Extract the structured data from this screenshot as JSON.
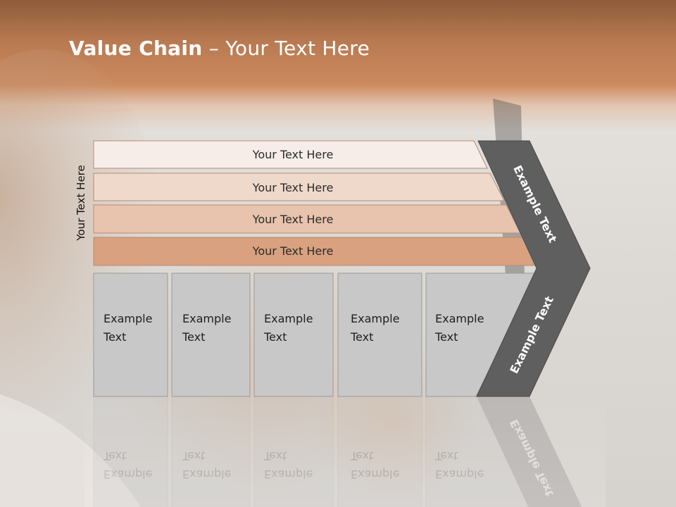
{
  "title": {
    "bold": "Value Chain",
    "rest": " – Your Text Here"
  },
  "side_label": "Your Text Here",
  "rows": [
    "Your Text Here",
    "Your Text Here",
    "Your Text Here",
    "Your Text Here"
  ],
  "boxes": [
    {
      "line1": "Example",
      "line2": "Text"
    },
    {
      "line1": "Example",
      "line2": "Text"
    },
    {
      "line1": "Example",
      "line2": "Text"
    },
    {
      "line1": "Example",
      "line2": "Text"
    },
    {
      "line1": "Example",
      "line2": "Text"
    }
  ],
  "chevron": {
    "top_label": "Example Text",
    "bottom_label": "Example Text"
  },
  "colors": {
    "row1": "#f6ede8",
    "row2": "#efd9cb",
    "row3": "#e8c3ad",
    "row4": "#d9a17f",
    "box": "#c8c8c8",
    "chevron": "#5f5f5f"
  }
}
